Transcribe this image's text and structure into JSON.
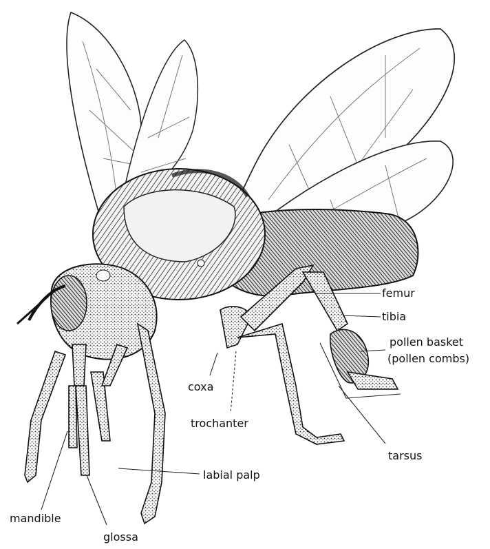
{
  "labels": {
    "femur": "femur",
    "tibia": "tibia",
    "pollen_basket": "pollen basket",
    "pollen_combs": "(pollen combs)",
    "coxa": "coxa",
    "trochanter": "trochanter",
    "tarsus": "tarsus",
    "labial_palp": "labial palp",
    "mandible": "mandible",
    "glossa": "glossa"
  }
}
